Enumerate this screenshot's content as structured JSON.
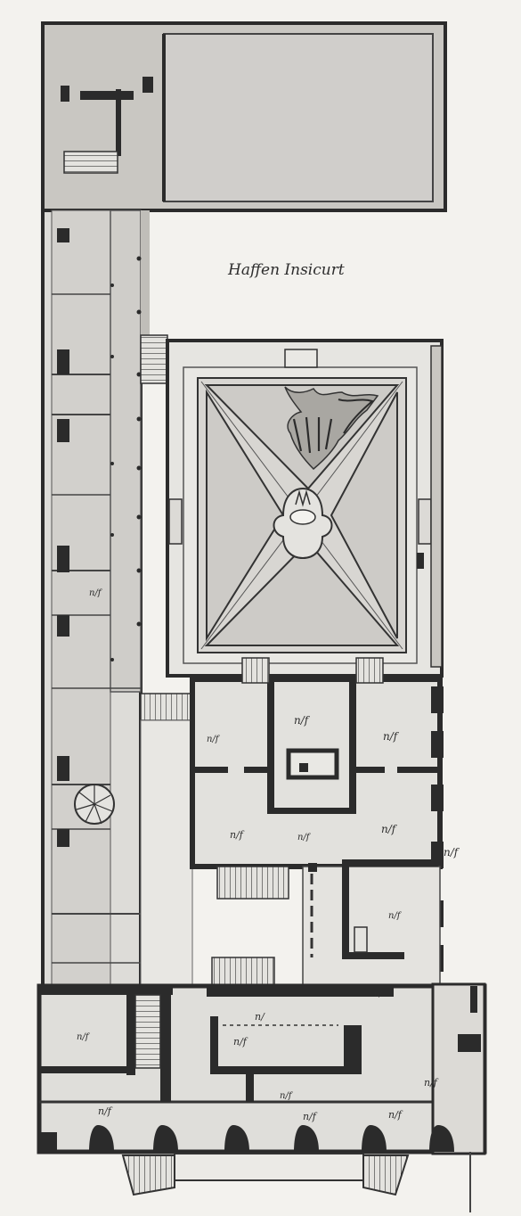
{
  "plan": {
    "annotation_top": "Haffen Insicurt",
    "room_labels": [
      "n/f",
      "n/f",
      "n/f",
      "n/f",
      "n/f",
      "n/f",
      "n/f",
      "n/f",
      "n/f",
      "n/f",
      "n/",
      "n/f",
      "n/f",
      "n/f",
      "n/f",
      "n/f",
      "n/f",
      "n/"
    ]
  },
  "colors": {
    "paper": "#f3f2ee",
    "wall": "#2b2b2b",
    "shade": "#c9c7c2",
    "light": "#e4e3df",
    "line": "#555555"
  },
  "icons": [
    "staircase-icon",
    "fountain-icon",
    "ornament-icon"
  ]
}
